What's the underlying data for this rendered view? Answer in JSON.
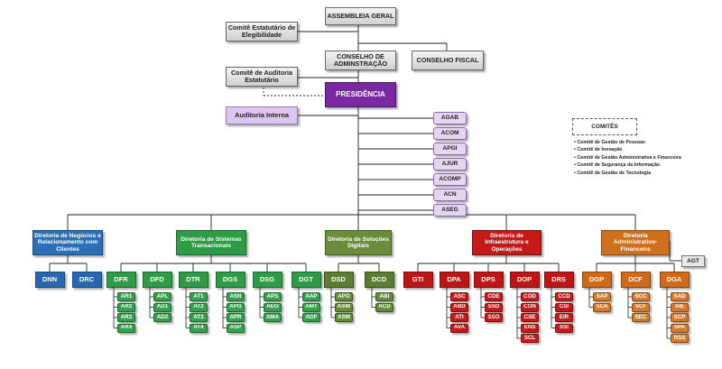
{
  "top": {
    "assembleia": "ASSEMBLEIA GERAL",
    "comite_elegibilidade": "Comitê Estatutário de Elegibilidade",
    "conselho_adm": "CONSELHO DE ADMINSTRAÇÃO",
    "conselho_fiscal": "CONSELHO FISCAL",
    "comite_auditoria": "Comitê de Auditoria Estatutário",
    "presidencia": "PRESIDÊNCIA",
    "auditoria_interna": "Auditoria Interna"
  },
  "assessorias": [
    "AGAB",
    "ACOM",
    "APGI",
    "AJUR",
    "ACOMP",
    "ACN",
    "ASEG"
  ],
  "comites": {
    "title": "COMITÊS",
    "items": [
      "• Comitê de Gestão de Pessoas",
      "• Comitê de Inovação",
      "• Comitê de Gestão Administrativa e Financeira",
      "• Comitê de Segurança da Informação",
      "• Comitê de Gestão de Tecnologia"
    ]
  },
  "diretorias": [
    {
      "label": "Diretoria de Negócios e Relacionamento com Clientes",
      "color": "#2b6fb6"
    },
    {
      "label": "Diretoria de Sistemas Transacionais",
      "color": "#2e9b46"
    },
    {
      "label": "Diretoria de Soluções Digitais",
      "color": "#6b8c3a"
    },
    {
      "label": "Diretoria de Infraestrutura e Operações",
      "color": "#c41a1a"
    },
    {
      "label": "Diretoria Administrativo-Financeira",
      "color": "#d0701e"
    }
  ],
  "agt": "AGT",
  "departments": {
    "dnn": {
      "label": "DNN",
      "subs": []
    },
    "drc": {
      "label": "DRC",
      "subs": []
    },
    "dfr": {
      "label": "DFR",
      "subs": [
        "AR1",
        "AR2",
        "AR3",
        "AR4"
      ]
    },
    "dfd": {
      "label": "DFD",
      "subs": [
        "APL",
        "AD1",
        "AD2"
      ]
    },
    "dtr": {
      "label": "DTR",
      "subs": [
        "AT1",
        "AT2",
        "AT3",
        "AT4"
      ]
    },
    "dgs": {
      "label": "DGS",
      "subs": [
        "ASN",
        "APG",
        "APR",
        "ASP"
      ]
    },
    "dsg": {
      "label": "DSG",
      "subs": [
        "APS",
        "AEO",
        "AMA"
      ]
    },
    "dgt": {
      "label": "DGT",
      "subs": [
        "AAP",
        "AMT",
        "AGF"
      ]
    },
    "dsd": {
      "label": "DSD",
      "subs": [
        "APO",
        "ASW",
        "ASM"
      ]
    },
    "dcd": {
      "label": "DCD",
      "subs": [
        "ABI",
        "ACD"
      ]
    },
    "gti": {
      "label": "GTI",
      "subs": []
    },
    "dpa": {
      "label": "DPA",
      "subs": [
        "ASC",
        "ABD",
        "ATI",
        "AVA"
      ]
    },
    "dps": {
      "label": "DPS",
      "subs": [
        "CDE",
        "SSD",
        "SSO"
      ]
    },
    "dop": {
      "label": "DOP",
      "subs": [
        "COD",
        "CON",
        "CSE",
        "ENS",
        "SCL"
      ]
    },
    "drs": {
      "label": "DRS",
      "subs": [
        "CCD",
        "CSI",
        "EIR",
        "SSI"
      ]
    },
    "dgp": {
      "label": "DGP",
      "subs": [
        "SAP",
        "SCA"
      ]
    },
    "dcf": {
      "label": "DCF",
      "subs": [
        "SCC",
        "SCF",
        "SEC"
      ]
    },
    "dga": {
      "label": "DGA",
      "subs": [
        "SAD",
        "SIE",
        "SCP",
        "SPA",
        "RSS"
      ]
    }
  }
}
